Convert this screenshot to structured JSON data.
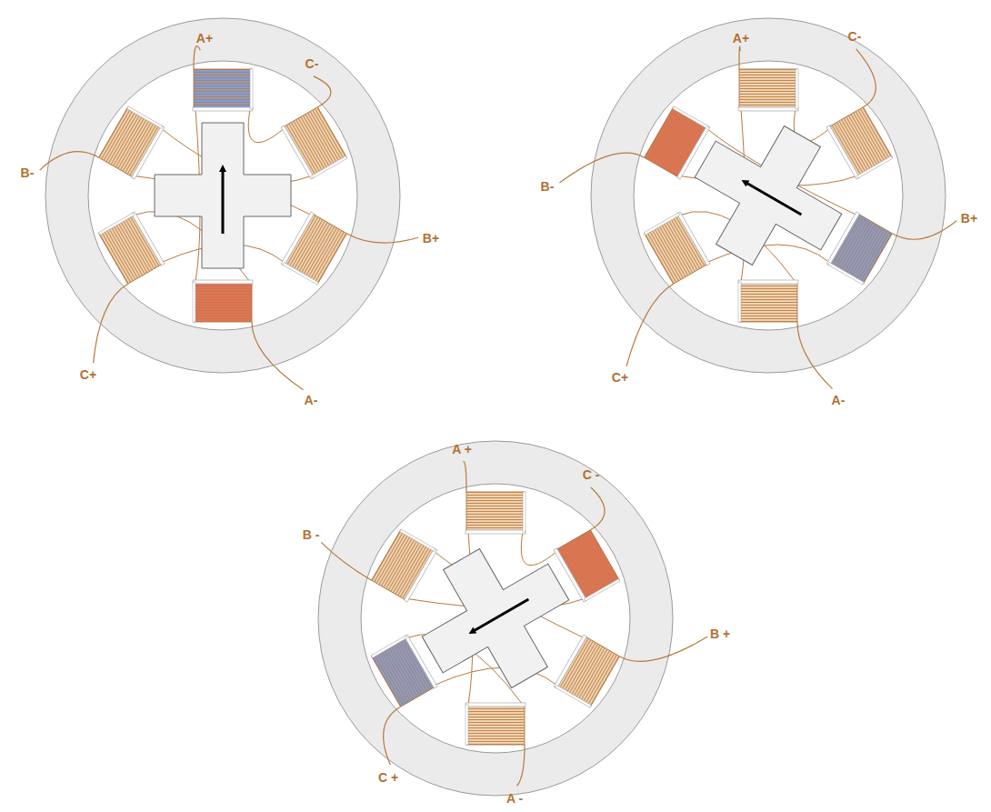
{
  "diagram": {
    "labels": [
      "A+",
      "C-",
      "B-",
      "B+",
      "C+",
      "A-",
      "A+",
      "C-",
      "B-",
      "B+",
      "C+",
      "A-",
      "A +",
      "C -",
      "B -",
      "B +",
      "C +",
      "A -"
    ]
  }
}
